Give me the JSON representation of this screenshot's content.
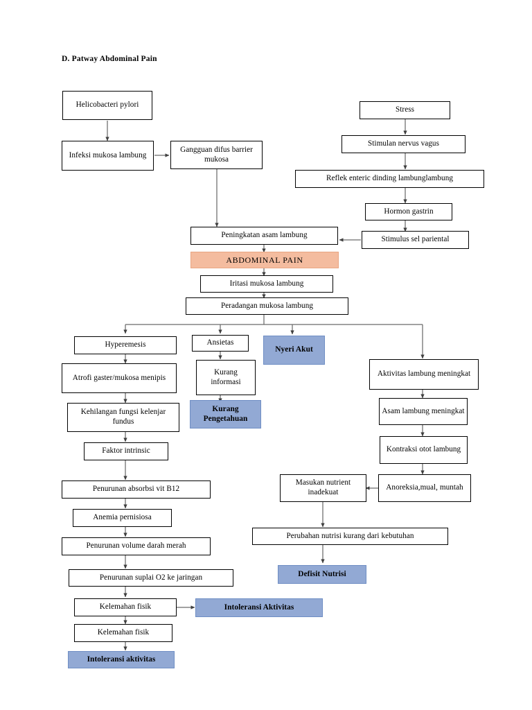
{
  "title": "D. Patway Abdominal Pain",
  "colors": {
    "pain_fill": "#f4bc9f",
    "diagnosis_fill": "#92a9d4",
    "box_border": "#000000",
    "connector": "#595959",
    "background": "#ffffff"
  },
  "nodes": {
    "helicobacteri_pylori": "Helicobacteri pylori",
    "infeksi_mukosa_lambung": "Infeksi mukosa lambung",
    "gangguan_difus_barrier_mukosa": "Gangguan difus barrier mukosa",
    "stress": "Stress",
    "stimulan_nervus_vagus": "Stimulan nervus vagus",
    "reflek_enteric": "Reflek enteric dinding lambunglambung",
    "hormon_gastrin": "Hormon gastrin",
    "stimulus_sel_pariental": "Stimulus sel pariental",
    "peningkatan_asam_lambung": "Peningkatan asam lambung",
    "abdominal_pain": "ABDOMINAL PAIN",
    "iritasi_mukosa_lambung": "Iritasi mukosa lambung",
    "peradangan_mukosa_lambung": "Peradangan mukosa lambung",
    "hyperemesis": "Hyperemesis",
    "atrofi_gaster": "Atrofi gaster/mukosa menipis",
    "kehilangan_fungsi_kelenjar_fundus": "Kehilangan fungsi kelenjar fundus",
    "faktor_intrinsic": "Faktor intrinsic",
    "penurunan_absorbsi_vit_b12": "Penurunan absorbsi vit B12",
    "anemia_pernisiosa": "Anemia pernisiosa",
    "penurunan_volume_darah_merah": "Penurunan volume darah merah",
    "penurunan_suplai_o2": "Penurunan suplai O2 ke jaringan",
    "kelemahan_fisik_1": "Kelemahan fisik",
    "kelemahan_fisik_2": "Kelemahan fisik",
    "ansietas": "Ansietas",
    "kurang_informasi": "Kurang informasi",
    "aktivitas_lambung_meningkat": "Aktivitas lambung meningkat",
    "asam_lambung_meningkat": "Asam lambung meningkat",
    "kontraksi_otot_lambung": "Kontraksi otot lambung",
    "anoreksia_mual_muntah": "Anoreksia,mual, muntah",
    "masukan_nutrient_inadekuat": "Masukan nutrient inadekuat",
    "perubahan_nutrisi": "Perubahan nutrisi kurang dari kebutuhan"
  },
  "diagnoses": {
    "nyeri_akut": "Nyeri Akut",
    "kurang_pengetahuan": "Kurang Pengetahuan",
    "defisit_nutrisi": "Defisit Nutrisi",
    "intoleransi_aktivitas_right": "Intoleransi Aktivitas",
    "intoleransi_aktivitas_bottom": "Intoleransi aktivitas"
  }
}
